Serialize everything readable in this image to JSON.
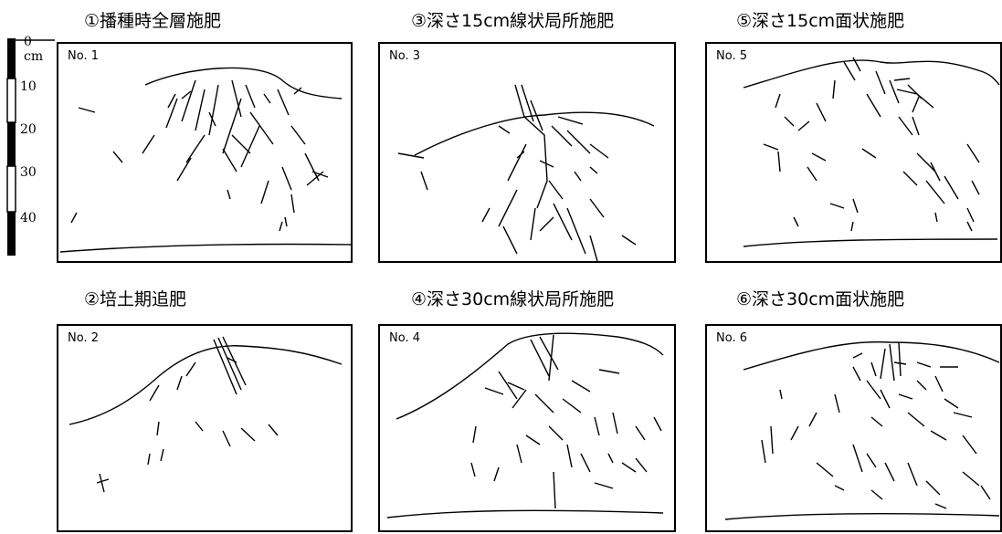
{
  "scale": {
    "labels": [
      "0 cm",
      "10",
      "20",
      "30",
      "40"
    ]
  },
  "panels": [
    {
      "title": "①播種時全層施肥",
      "label": "No. 1"
    },
    {
      "title": "③深さ15cm線状局所施肥",
      "label": "No. 3"
    },
    {
      "title": "⑤深さ15cm面状施肥",
      "label": "No. 5"
    },
    {
      "title": "②培土期追肥",
      "label": "No. 2"
    },
    {
      "title": "④深さ30cm線状局所施肥",
      "label": "No. 4"
    },
    {
      "title": "⑥深さ30cm面状施肥",
      "label": "No. 6"
    }
  ]
}
